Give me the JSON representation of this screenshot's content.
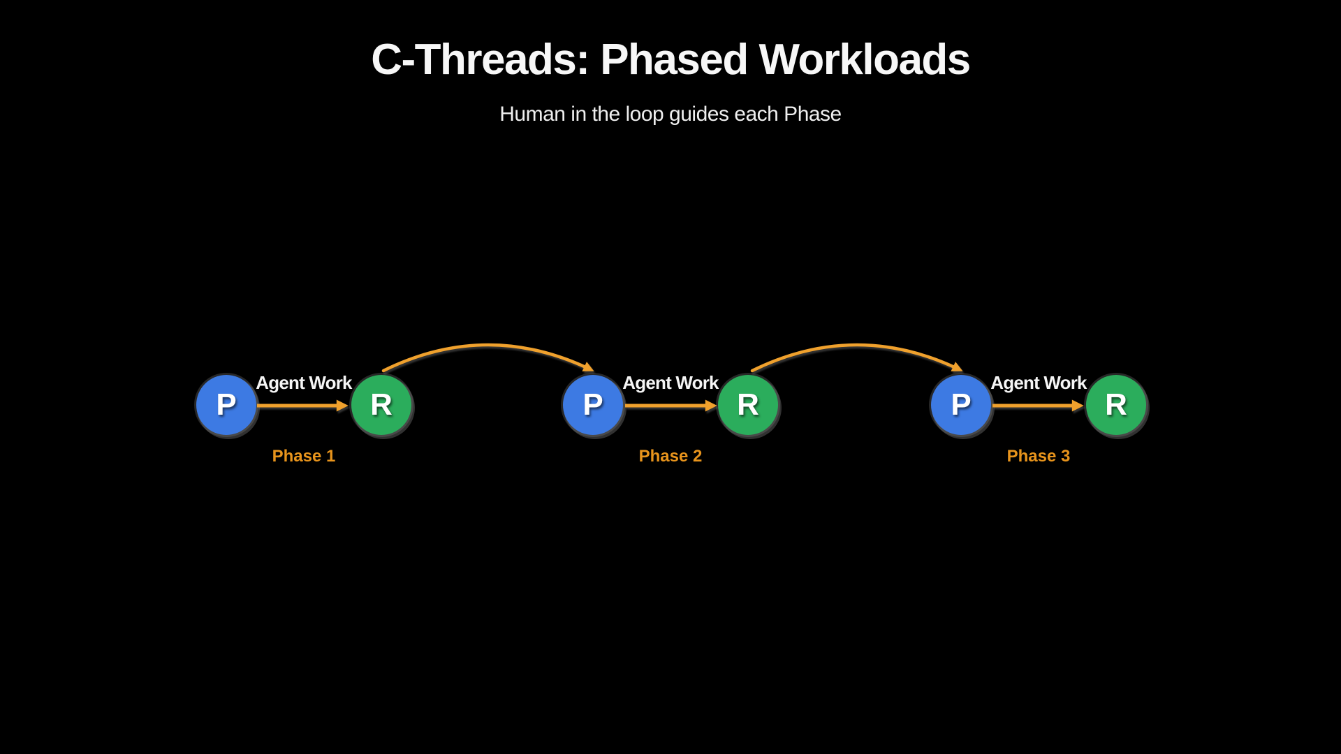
{
  "title": "C-Threads: Phased Workloads",
  "subtitle": "Human in the loop guides each Phase",
  "colors": {
    "background": "#000000",
    "title_text": "#f7f7f7",
    "subtitle_text": "#efefef",
    "planner_node": "#3d7ae3",
    "reviewer_node": "#2bad5c",
    "node_letter": "#ffffff",
    "arrow": "#f0a12d",
    "phase_label": "#e8941c",
    "agent_work_text": "#f5f5f5"
  },
  "phases": [
    {
      "phase_label": "Phase 1",
      "planner_label": "P",
      "reviewer_label": "R",
      "agent_work_label": "Agent Work"
    },
    {
      "phase_label": "Phase 2",
      "planner_label": "P",
      "reviewer_label": "R",
      "agent_work_label": "Agent Work"
    },
    {
      "phase_label": "Phase 3",
      "planner_label": "P",
      "reviewer_label": "R",
      "agent_work_label": "Agent Work"
    }
  ],
  "handoffs": [
    {
      "from": "Phase 1 R",
      "to": "Phase 2 P"
    },
    {
      "from": "Phase 2 R",
      "to": "Phase 3 P"
    }
  ]
}
